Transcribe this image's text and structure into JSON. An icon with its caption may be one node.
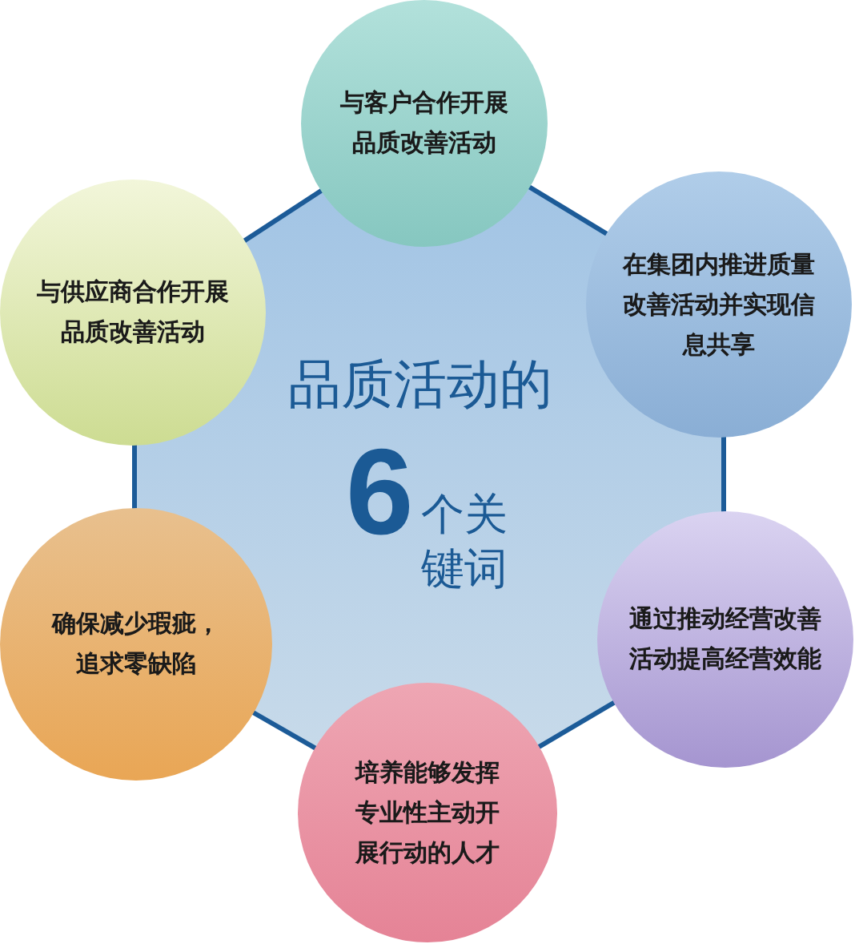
{
  "diagram": {
    "nodes": [
      {
        "text": [
          "与客户合作开展品质改善活动"
        ]
      },
      {
        "text": [
          "与供应商合作开展品质改善活动"
        ]
      },
      {
        "text": [
          "在集团内推进质量改善活动并实现信息共享"
        ]
      },
      {
        "text": [
          "品质活动的",
          "6",
          "个关键词"
        ]
      },
      {
        "text": [
          "确保减少瑕疵，追求零缺陷"
        ]
      },
      {
        "text": [
          "通过推动经营改善活动提高经营效能"
        ]
      },
      {
        "text": [
          "培养能够发挥专业性主动开展行动的人才"
        ]
      }
    ]
  }
}
